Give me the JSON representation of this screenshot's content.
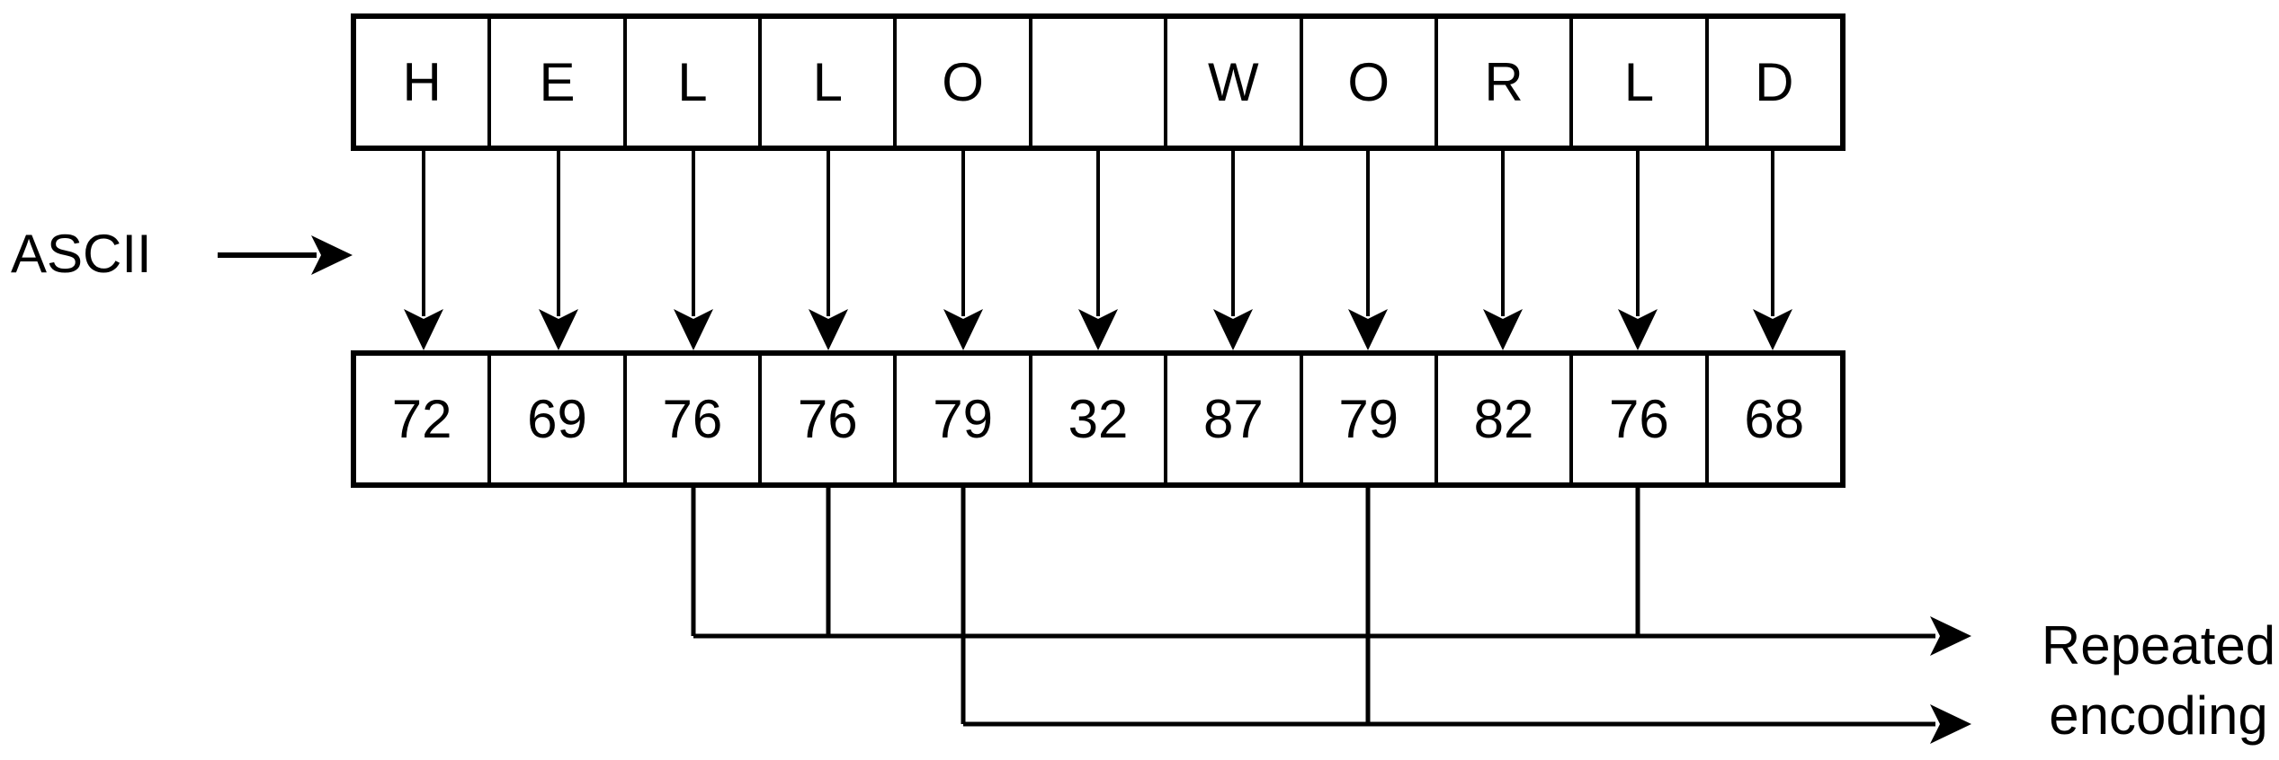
{
  "diagram": {
    "ascii_label": "ASCII",
    "repeated_label": {
      "line1": "Repeated",
      "line2": "encoding"
    },
    "letters": [
      "H",
      "E",
      "L",
      "L",
      "O",
      " ",
      "W",
      "O",
      "R",
      "L",
      "D"
    ],
    "codes": [
      "72",
      "69",
      "76",
      "76",
      "79",
      "32",
      "87",
      "79",
      "82",
      "76",
      "68"
    ],
    "repeats": {
      "levels": [
        {
          "value": "76",
          "cell_indices": [
            2,
            3,
            9
          ]
        },
        {
          "value": "79",
          "cell_indices": [
            4,
            7
          ]
        }
      ]
    },
    "colors": {
      "stroke": "#000000",
      "background": "#ffffff"
    }
  }
}
